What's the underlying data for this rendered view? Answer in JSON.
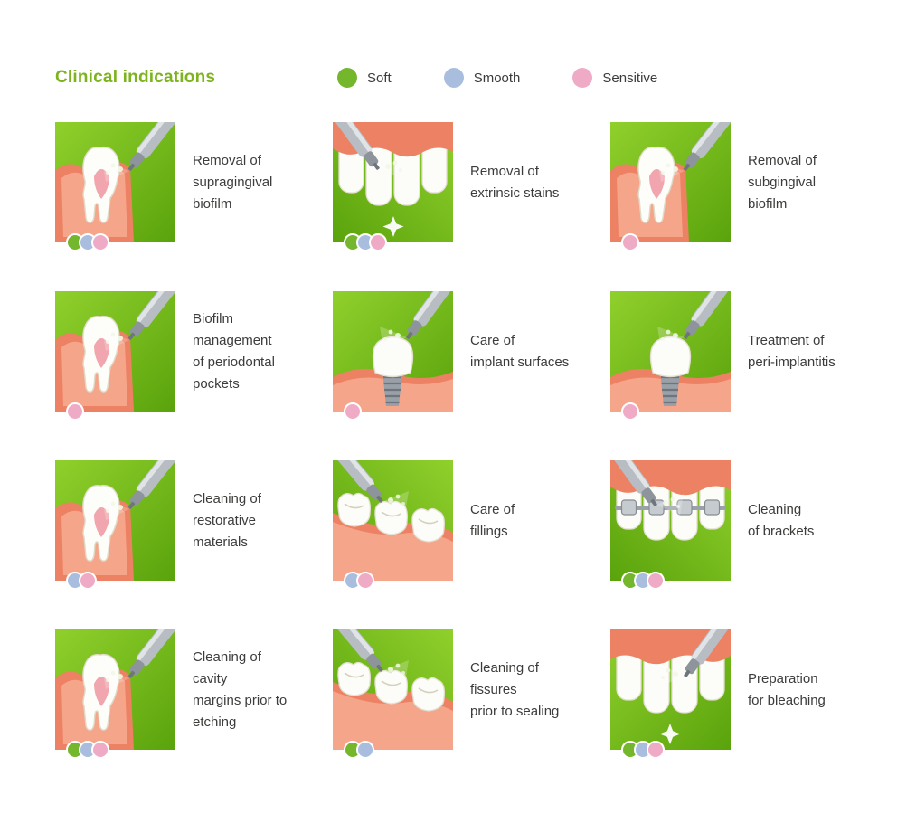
{
  "title": {
    "text": "Clinical indications",
    "color": "#7db31e"
  },
  "legend": {
    "items": [
      {
        "id": "soft",
        "label": "Soft",
        "color": "#74b62c"
      },
      {
        "id": "smooth",
        "label": "Smooth",
        "color": "#a9bedf"
      },
      {
        "id": "sensitive",
        "label": "Sensitive",
        "color": "#efabc6"
      }
    ]
  },
  "grid": {
    "cells": [
      {
        "label": "Removal of\nsupragingival\nbiofilm",
        "dots": [
          "soft",
          "smooth",
          "sensitive"
        ],
        "illustration": "molar-side",
        "flip": false
      },
      {
        "label": "Removal of\nextrinsic stains",
        "dots": [
          "soft",
          "smooth",
          "sensitive"
        ],
        "illustration": "front-teeth",
        "flip": true
      },
      {
        "label": "Removal of\nsubgingival\nbiofilm",
        "dots": [
          "sensitive"
        ],
        "illustration": "molar-side",
        "flip": false
      },
      {
        "label": "Biofilm\nmanagement\nof periodontal\npockets",
        "dots": [
          "sensitive"
        ],
        "illustration": "molar-side",
        "flip": false
      },
      {
        "label": "Care of\nimplant surfaces",
        "dots": [
          "sensitive"
        ],
        "illustration": "implant",
        "flip": false
      },
      {
        "label": "Treatment of\nperi-implantitis",
        "dots": [
          "sensitive"
        ],
        "illustration": "implant",
        "flip": false
      },
      {
        "label": "Cleaning of\nrestorative\nmaterials",
        "dots": [
          "smooth",
          "sensitive"
        ],
        "illustration": "molar-side",
        "flip": false
      },
      {
        "label": "Care of\nfillings",
        "dots": [
          "smooth",
          "sensitive"
        ],
        "illustration": "molar-row",
        "flip": true
      },
      {
        "label": "Cleaning\nof brackets",
        "dots": [
          "soft",
          "smooth",
          "sensitive"
        ],
        "illustration": "brackets",
        "flip": true
      },
      {
        "label": "Cleaning of\ncavity\nmargins prior to\netching",
        "dots": [
          "soft",
          "smooth",
          "sensitive"
        ],
        "illustration": "molar-side",
        "flip": false
      },
      {
        "label": "Cleaning of\nfissures\nprior to sealing",
        "dots": [
          "soft",
          "smooth"
        ],
        "illustration": "molar-row",
        "flip": true
      },
      {
        "label": "Preparation\nfor bleaching",
        "dots": [
          "soft",
          "smooth",
          "sensitive"
        ],
        "illustration": "front-teeth",
        "flip": false
      }
    ]
  }
}
